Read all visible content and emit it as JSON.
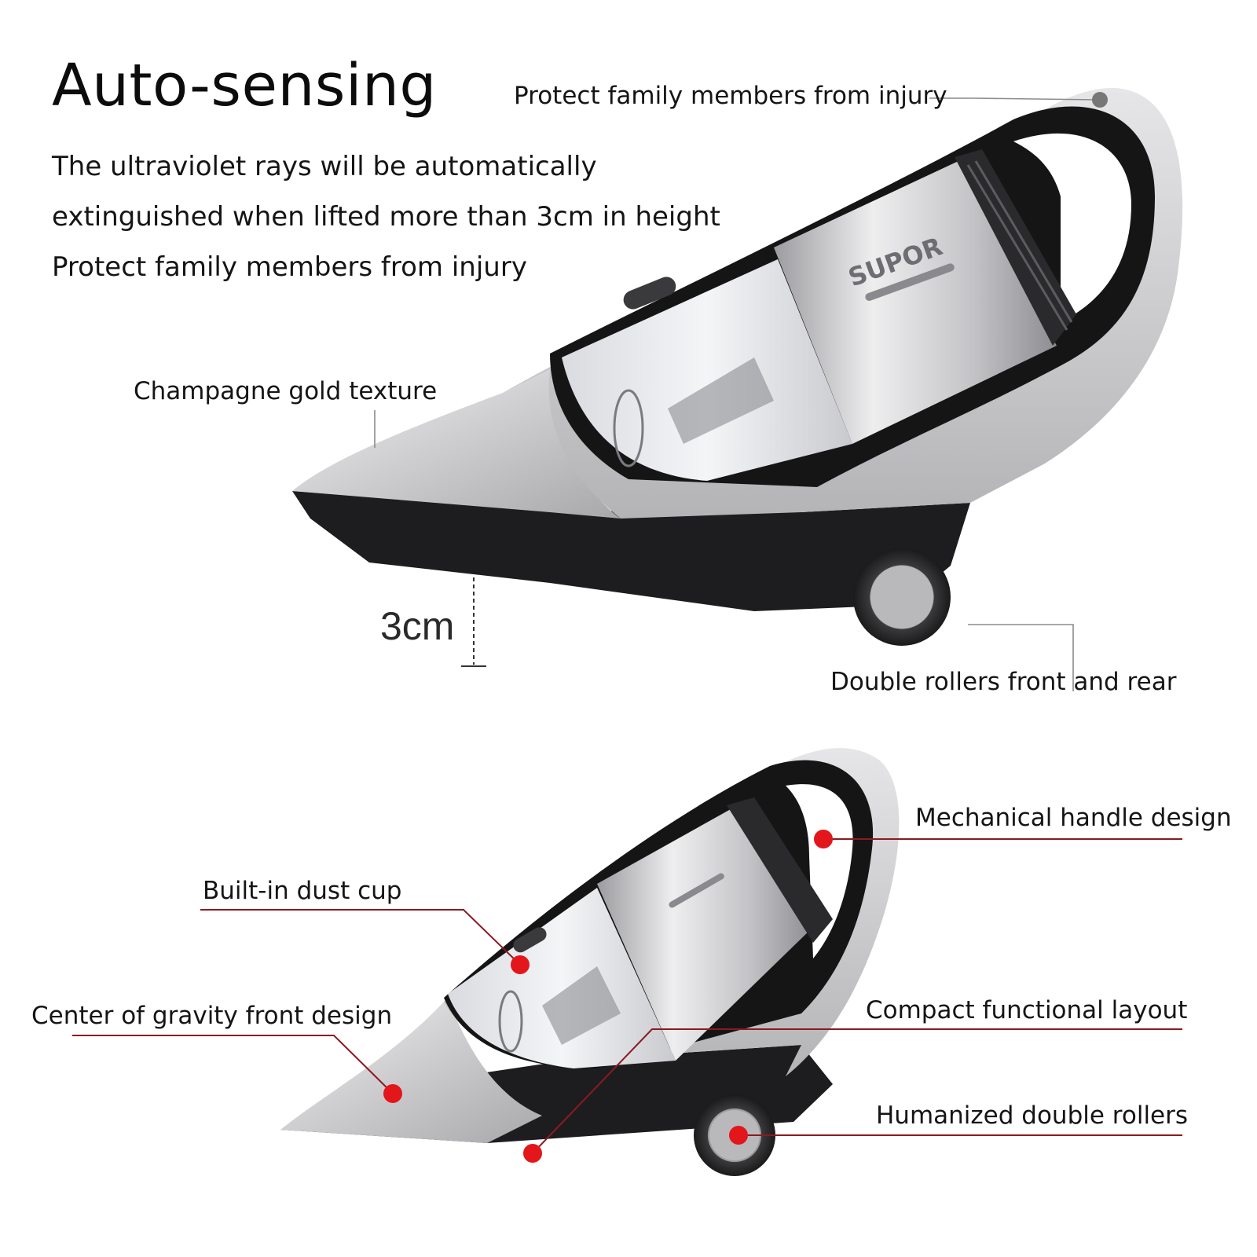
{
  "heading": {
    "title": "Auto-sensing",
    "lines": [
      "The ultraviolet rays will be automatically",
      "extinguished when lifted more than 3cm in height",
      "Protect family members from injury"
    ]
  },
  "top_product": {
    "callouts": {
      "protect": "Protect family members from injury",
      "texture": "Champagne gold texture",
      "rollers": "Double rollers front and rear"
    },
    "lift_height": "3cm",
    "brand": "SUPOR"
  },
  "bottom_product": {
    "callouts": {
      "handle": "Mechanical handle design",
      "dust_cup": "Built-in dust cup",
      "gravity": "Center of gravity front design",
      "layout": "Compact functional layout",
      "rollers": "Humanized double rollers"
    }
  },
  "colors": {
    "marker": "#e3161c",
    "leader_red": "#8a1a22",
    "leader_gray": "#8c8c8c",
    "body_silver": "#c8c8ca",
    "base_black": "#1c1c1e"
  }
}
